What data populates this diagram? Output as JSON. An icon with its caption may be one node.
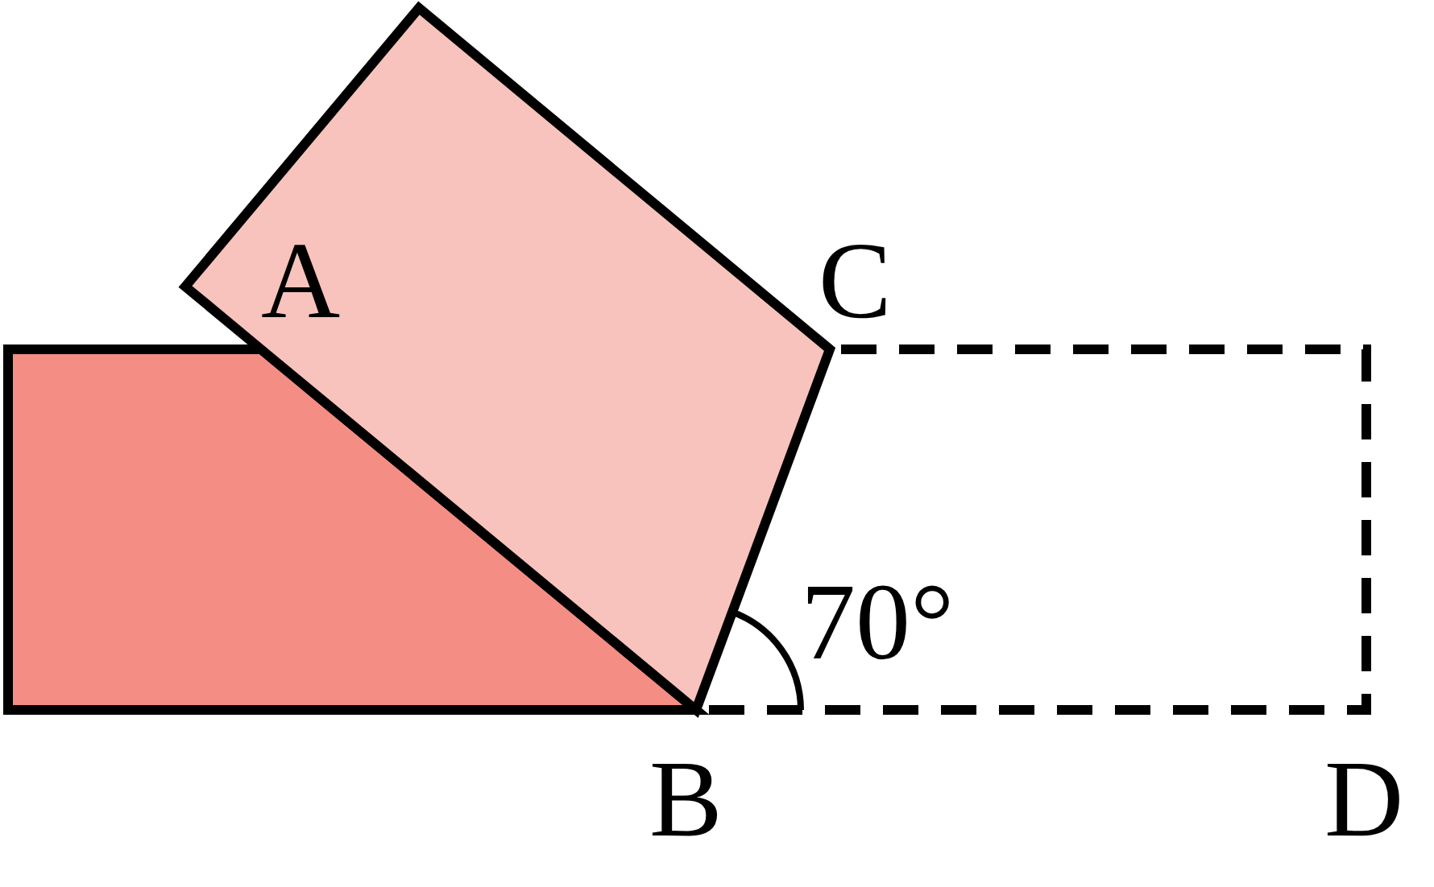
{
  "diagram": {
    "labels": [
      "A",
      "C",
      "70°",
      "B",
      "D"
    ]
  }
}
